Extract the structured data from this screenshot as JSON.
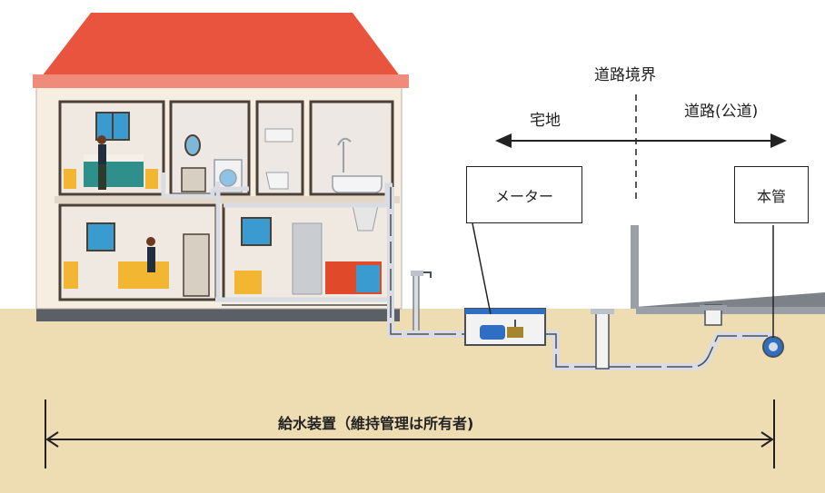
{
  "labels": {
    "boundary": "道路境界",
    "residential": "宅地",
    "road": "道路(公道)",
    "meter": "メーター",
    "main_pipe": "本管",
    "supply_equipment": "給水装置（維持管理は所有者)"
  },
  "colors": {
    "roof": "#e9543f",
    "roof_shadow": "#f08b7c",
    "wall": "#f7eee2",
    "ground": "#eedcb3",
    "pipe": "#d9dde3",
    "pipe_dark": "#4a4f57",
    "meter_blue": "#2e6fc4"
  }
}
